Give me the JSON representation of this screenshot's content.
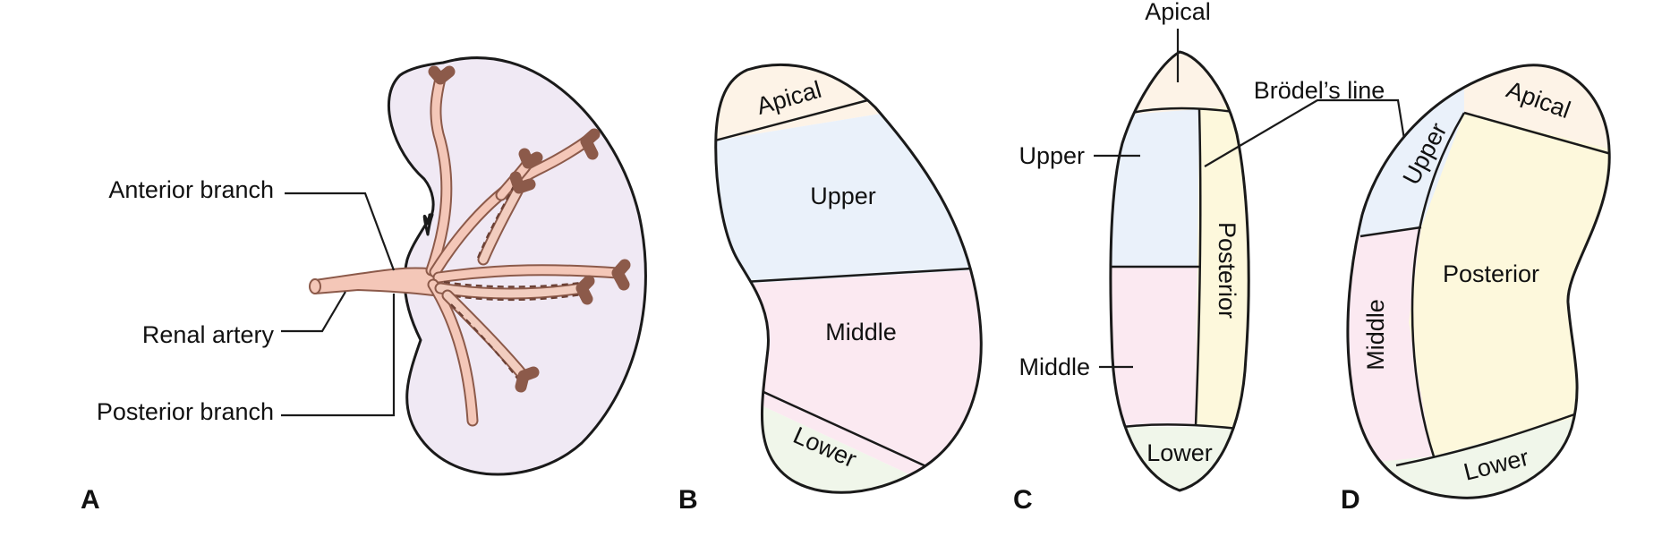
{
  "colors": {
    "kidney_fill": "#f0e9f4",
    "apical": "#fdf3e7",
    "upper": "#eaf1fa",
    "middle": "#fbe9f1",
    "lower": "#f0f6ea",
    "posterior": "#fdf8dc",
    "artery": "#f4c7b8",
    "outline": "#1a1a1a"
  },
  "panel_a": {
    "letter": "A",
    "labels": {
      "anterior_branch": "Anterior branch",
      "renal_artery": "Renal artery",
      "posterior_branch": "Posterior branch"
    }
  },
  "panel_b": {
    "letter": "B",
    "labels": {
      "apical": "Apical",
      "upper": "Upper",
      "middle": "Middle",
      "lower": "Lower"
    }
  },
  "panel_c": {
    "letter": "C",
    "labels": {
      "apical": "Apical",
      "upper": "Upper",
      "middle": "Middle",
      "lower": "Lower",
      "posterior": "Posterior",
      "brodels_line": "Brödel’s line"
    }
  },
  "panel_d": {
    "letter": "D",
    "labels": {
      "apical": "Apical",
      "upper": "Upper",
      "posterior": "Posterior",
      "middle": "Middle",
      "lower": "Lower"
    }
  }
}
